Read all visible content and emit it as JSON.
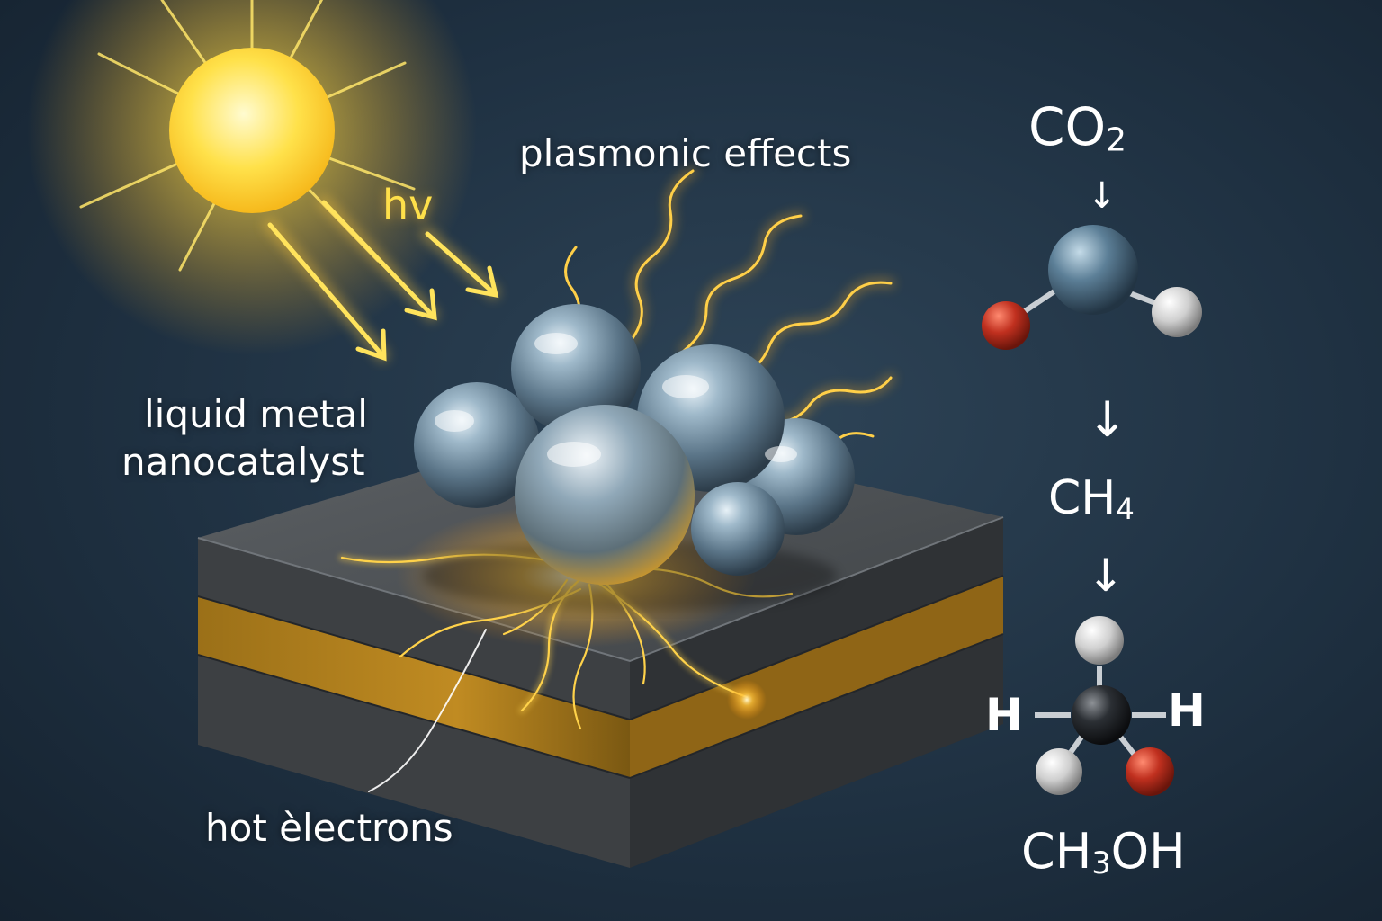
{
  "labels": {
    "plasmonic": "plasmonic effects",
    "photon": "hv",
    "catalyst_line1": "liquid metal",
    "catalyst_line2": "nanocatalyst",
    "hot_electrons": "hot èlectrons"
  },
  "pathway": {
    "reactant_main": "CO",
    "reactant_sub": "2",
    "intermediate_main": "CH",
    "intermediate_sub": "4",
    "product_prefix": "CH",
    "product_sub": "3",
    "product_suffix": "OH",
    "h_left": "H",
    "h_right": "H",
    "arrow_glyph": "↓"
  },
  "colors": {
    "background": "#1f3142",
    "sun": "#ffe14a",
    "glow": "#ffb020",
    "metal": "#7c9bb0",
    "gold_layer": "#b9861f",
    "substrate": "#4a4d50",
    "oxygen_atom": "#c0301f",
    "hydrogen_atom": "#d9d9d9",
    "carbon_atom": "#1b1e22"
  }
}
